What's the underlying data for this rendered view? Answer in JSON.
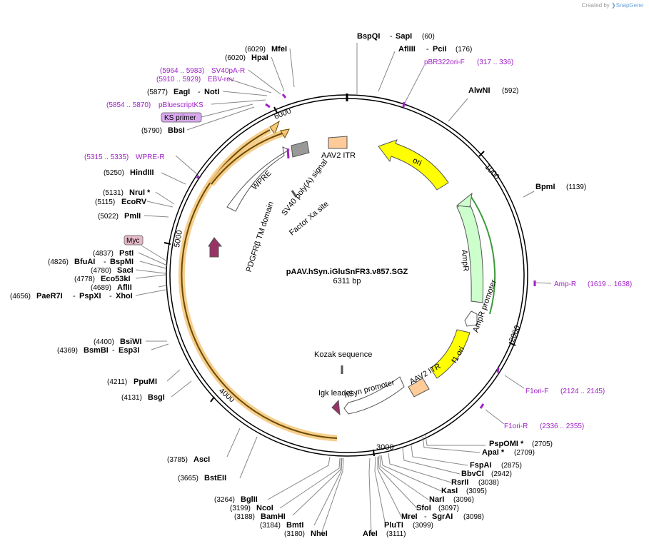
{
  "credit": {
    "prefix": "Created by",
    "brand": "SnapGene"
  },
  "plasmid": {
    "name": "pAAV.hSyn.iGluSnFR3.v857.SGZ",
    "size": "6311 bp"
  },
  "ticks": [
    "1000",
    "2000",
    "3000",
    "4000",
    "5000",
    "6000"
  ],
  "features": {
    "ori": "ori",
    "aav2_itr_top": "AAV2 ITR",
    "ampr": "AmpR",
    "ampr_promoter": "AmpR promoter",
    "f1_ori": "f1 ori",
    "aav2_itr_bottom": "AAV2 ITR",
    "hsyn_promoter": "hSyn promoter",
    "kozak": "Kozak sequence",
    "igk_leader": "Igk leader",
    "pdgfr_tm": "PDGFRβ TM domain",
    "wpre": "WPRE",
    "sv40_polya": "SV40 poly(A) signal",
    "factor_xa": "Factor Xa site",
    "myc": "Myc",
    "ks_primer": "KS primer"
  },
  "sites": {
    "bspqi": {
      "name": "BspQI",
      "name2": "SapI",
      "pos": "(60)"
    },
    "afliii": {
      "name": "AflIII",
      "name2": "PciI",
      "pos": "(176)"
    },
    "alwni": {
      "name": "AlwNI",
      "pos": "(592)"
    },
    "bpmi": {
      "name": "BpmI",
      "pos": "(1139)"
    },
    "pspomi": {
      "name": "PspOMI *",
      "pos": "(2705)"
    },
    "apai": {
      "name": "ApaI *",
      "pos": "(2709)"
    },
    "fspai": {
      "name": "FspAI",
      "pos": "(2875)"
    },
    "bbvci": {
      "name": "BbvCI",
      "pos": "(2942)"
    },
    "rsrii": {
      "name": "RsrII",
      "pos": "(3038)"
    },
    "kasi": {
      "name": "KasI",
      "pos": "(3095)"
    },
    "nari": {
      "name": "NarI",
      "pos": "(3096)"
    },
    "sfoi": {
      "name": "SfoI",
      "pos": "(3097)"
    },
    "mrei": {
      "name": "MreI",
      "name2": "SgrAI",
      "pos": "(3098)"
    },
    "pluti": {
      "name": "PluTI",
      "pos": "(3099)"
    },
    "afei": {
      "name": "AfeI",
      "pos": "(3111)"
    },
    "nhei": {
      "name": "NheI",
      "pos": "(3180)"
    },
    "bmti": {
      "name": "BmtI",
      "pos": "(3184)"
    },
    "bamhi": {
      "name": "BamHI",
      "pos": "(3188)"
    },
    "ncoi": {
      "name": "NcoI",
      "pos": "(3199)"
    },
    "bglii": {
      "name": "BglII",
      "pos": "(3264)"
    },
    "bsteii": {
      "name": "BstEII",
      "pos": "(3665)"
    },
    "asci": {
      "name": "AscI",
      "pos": "(3785)"
    },
    "bsgi": {
      "name": "BsgI",
      "pos": "(4131)"
    },
    "ppumi": {
      "name": "PpuMI",
      "pos": "(4211)"
    },
    "bsmbi": {
      "name": "BsmBI",
      "name2": "Esp3I",
      "pos": "(4369)"
    },
    "bsiwi": {
      "name": "BsiWI",
      "pos": "(4400)"
    },
    "paer7i": {
      "name": "PaeR7I",
      "name2": "PspXI",
      "name3": "XhoI",
      "pos": "(4656)"
    },
    "aflii": {
      "name": "AflII",
      "pos": "(4689)"
    },
    "eco53ki": {
      "name": "Eco53kI",
      "pos": "(4778)"
    },
    "saci": {
      "name": "SacI",
      "pos": "(4780)"
    },
    "bfuai": {
      "name": "BfuAI",
      "name2": "BspMI",
      "pos": "(4826)"
    },
    "psti": {
      "name": "PstI",
      "pos": "(4837)"
    },
    "pmli": {
      "name": "PmlI",
      "pos": "(5022)"
    },
    "ecorv": {
      "name": "EcoRV",
      "pos": "(5115)"
    },
    "nrui": {
      "name": "NruI *",
      "pos": "(5131)"
    },
    "hindiii": {
      "name": "HindIII",
      "pos": "(5250)"
    },
    "bbsi": {
      "name": "BbsI",
      "pos": "(5790)"
    },
    "eagi": {
      "name": "EagI",
      "name2": "NotI",
      "pos": "(5877)"
    },
    "hpai": {
      "name": "HpaI",
      "pos": "(6020)"
    },
    "mfei": {
      "name": "MfeI",
      "pos": "(6029)"
    }
  },
  "primers": {
    "pbr322ori_f": {
      "name": "pBR322ori-F",
      "range": "(317 .. 336)"
    },
    "amp_r": {
      "name": "Amp-R",
      "range": "(1619 .. 1638)"
    },
    "f1ori_f": {
      "name": "F1ori-F",
      "range": "(2124 .. 2145)"
    },
    "f1ori_r": {
      "name": "F1ori-R",
      "range": "(2336 .. 2355)"
    },
    "wpre_r": {
      "name": "WPRE-R",
      "range": "(5315 .. 5335)"
    },
    "pblueskriptks": {
      "name": "pBluescriptKS",
      "range": "(5854 .. 5870)"
    },
    "ebv_rev": {
      "name": "EBV-rev",
      "range": "(5910 .. 5929)"
    },
    "sv40pa_r": {
      "name": "SV40pA-R",
      "range": "(5964 .. 5983)"
    }
  },
  "colors": {
    "backbone": "#000000",
    "ori": "#ffff00",
    "ampr": "#ccffcc",
    "itr": "#ffcc99",
    "insert_orange": "#f5c77a",
    "primer": "#a020c8",
    "tag_maroon": "#993366",
    "sv40": "#999999"
  }
}
